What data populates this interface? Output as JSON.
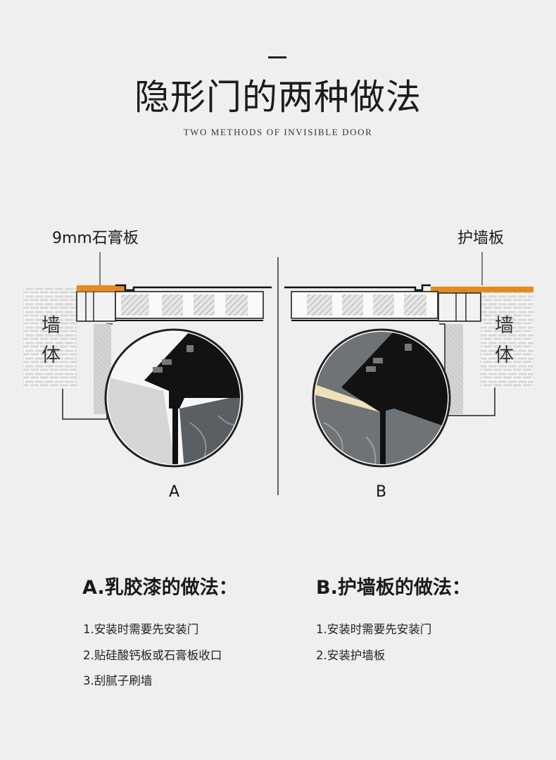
{
  "header": {
    "title": "隐形门的两种做法",
    "subtitle": "TWO METHODS OF INVISIBLE DOOR"
  },
  "diagram": {
    "label_left": "9mm石膏板",
    "label_right": "护墙板",
    "wall_char_top": "墙",
    "wall_char_bottom": "体",
    "tag_a": "A",
    "tag_b": "B"
  },
  "methods": {
    "a": {
      "heading": "A.乳胶漆的做法：",
      "steps": [
        "1.安装时需要先安装门",
        "2.贴硅酸钙板或石膏板收口",
        "3.刮腻子刷墙"
      ]
    },
    "b": {
      "heading": "B.护墙板的做法：",
      "steps": [
        "1.安装时需要先安装门",
        "2.安装护墙板"
      ]
    }
  },
  "colors": {
    "background": "#efefef",
    "orange_panel": "#e58a1d",
    "wall": "#d8d8d8",
    "profile": "#111111",
    "marble": "#555a5e",
    "putty_wall": "#cfcfcf"
  }
}
